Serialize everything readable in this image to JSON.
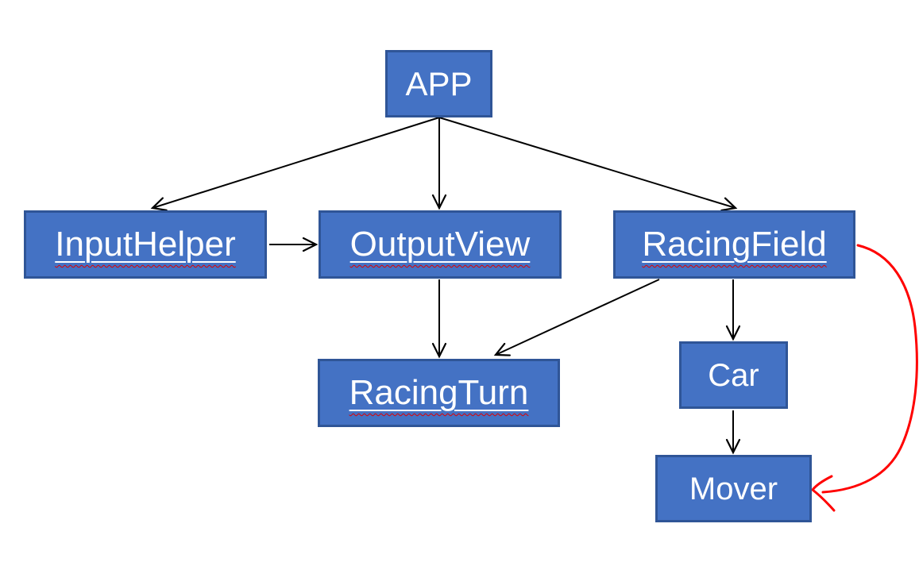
{
  "diagram": {
    "title": "app-class-structure-diagram",
    "colors": {
      "background": "#ffffff",
      "node_fill": "#4472c4",
      "node_border": "#2f5597",
      "node_text": "#ffffff",
      "edge": "#000000",
      "annotation_edge": "#ff0000",
      "spellcheck_underline": "#e00000"
    },
    "nodes": [
      {
        "id": "app",
        "label": "APP",
        "underlined": false
      },
      {
        "id": "inputhelper",
        "label": "InputHelper",
        "underlined": true
      },
      {
        "id": "outputview",
        "label": "OutputView",
        "underlined": true
      },
      {
        "id": "racingfield",
        "label": "RacingField",
        "underlined": true
      },
      {
        "id": "racingturn",
        "label": "RacingTurn",
        "underlined": true
      },
      {
        "id": "car",
        "label": "Car",
        "underlined": false
      },
      {
        "id": "mover",
        "label": "Mover",
        "underlined": false
      }
    ],
    "edges": [
      {
        "from": "APP",
        "to": "InputHelper",
        "style": "straight",
        "color": "#000000"
      },
      {
        "from": "APP",
        "to": "OutputView",
        "style": "straight",
        "color": "#000000"
      },
      {
        "from": "APP",
        "to": "RacingField",
        "style": "straight",
        "color": "#000000"
      },
      {
        "from": "InputHelper",
        "to": "OutputView",
        "style": "straight",
        "color": "#000000"
      },
      {
        "from": "OutputView",
        "to": "RacingTurn",
        "style": "straight",
        "color": "#000000"
      },
      {
        "from": "RacingField",
        "to": "RacingTurn",
        "style": "straight",
        "color": "#000000"
      },
      {
        "from": "RacingField",
        "to": "Car",
        "style": "straight",
        "color": "#000000"
      },
      {
        "from": "Car",
        "to": "Mover",
        "style": "straight",
        "color": "#000000"
      },
      {
        "from": "RacingField",
        "to": "Mover",
        "style": "hand-drawn-curve",
        "color": "#ff0000"
      }
    ]
  }
}
